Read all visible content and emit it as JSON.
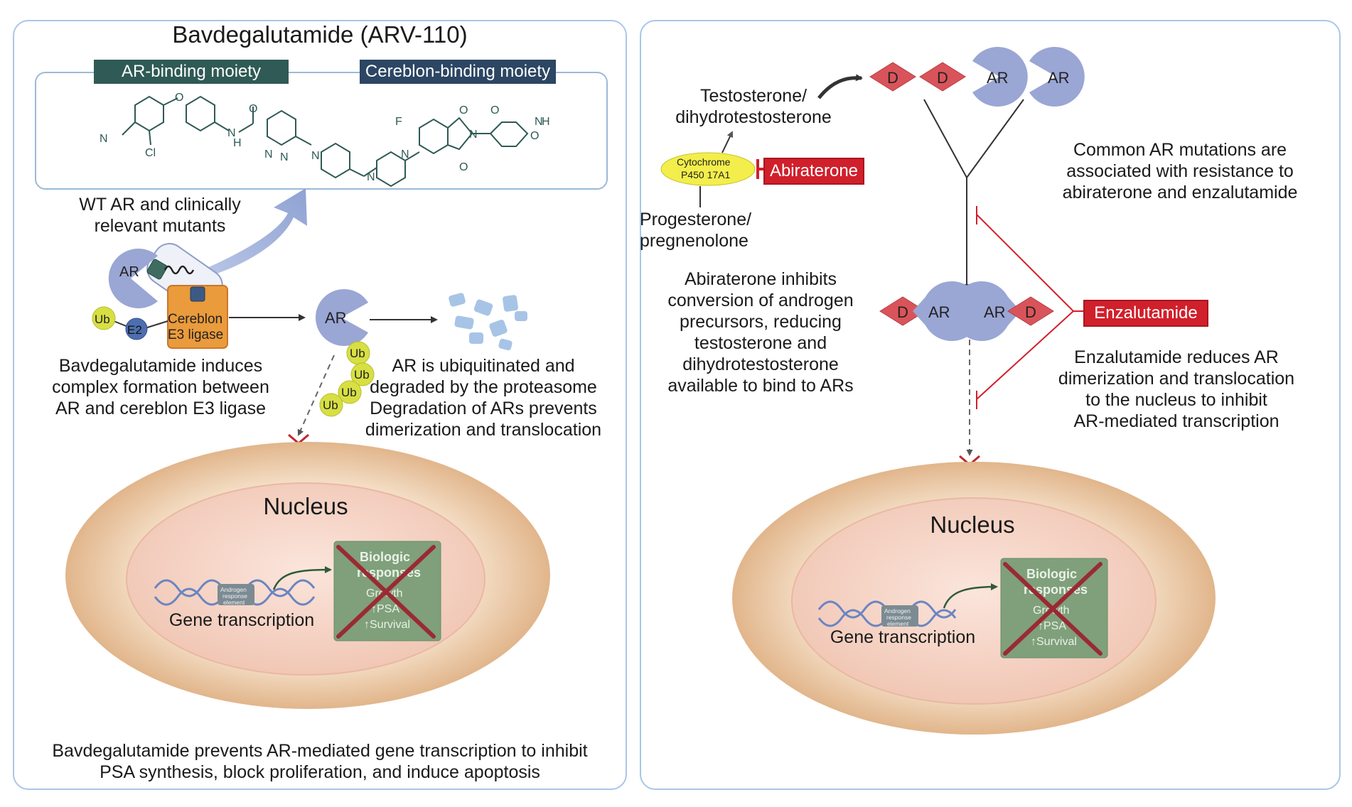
{
  "left": {
    "title": "Bavdegalutamide (ARV-110)",
    "ar_binding_tag": "AR-binding moiety",
    "cereblon_binding_tag": "Cereblon-binding moiety",
    "structure_atoms": [
      "N",
      "Cl",
      "O",
      "H",
      "N",
      "O",
      "N",
      "N",
      "N",
      "N",
      "N",
      "F",
      "O",
      "N",
      "O",
      "H",
      "N",
      "O",
      "O"
    ],
    "wt_ar_text": [
      "WT AR and clinically",
      "relevant mutants"
    ],
    "ar_label": "AR",
    "ub_label": "Ub",
    "e2_label": "E2",
    "cereblon_label": [
      "Cereblon",
      "E3 ligase"
    ],
    "induces_text": [
      "Bavdegalutamide induces",
      "complex formation between",
      "AR and cereblon E3 ligase"
    ],
    "ubiquitinated_text": [
      "AR is ubiquitinated and",
      "degraded by the proteasome"
    ],
    "prevents_text": [
      "Degradation of ARs prevents",
      "dimerization and translocation"
    ],
    "nucleus_label": "Nucleus",
    "gene_transcription": "Gene transcription",
    "androgen_element": [
      "Androgen",
      "response",
      "element"
    ],
    "bio_box": [
      "Biologic",
      "responses",
      "Growth",
      "↑PSA",
      "↑Survival"
    ],
    "bottom_text": [
      "Bavdegalutamide prevents AR-mediated gene transcription to inhibit",
      "PSA synthesis, block proliferation, and induce apoptosis"
    ]
  },
  "right": {
    "testosterone_label": [
      "Testosterone/",
      "dihydrotestosterone"
    ],
    "cyp_label": [
      "Cytochrome",
      "P450 17A1"
    ],
    "abiraterone_tag": "Abiraterone",
    "progesterone_label": [
      "Progesterone/",
      "pregnenolone"
    ],
    "abiraterone_text": [
      "Abiraterone inhibits",
      "conversion of androgen",
      "precursors, reducing",
      "testosterone and",
      "dihydrotestosterone",
      "available to bind to ARs"
    ],
    "d_label": "D",
    "ar_label": "AR",
    "mutations_text": [
      "Common AR mutations are",
      "associated with resistance to",
      "abiraterone and enzalutamide"
    ],
    "enzalutamide_tag": "Enzalutamide",
    "enzalutamide_text": [
      "Enzalutamide reduces AR",
      "dimerization and translocation",
      "to the nucleus to inhibit",
      "AR-mediated transcription"
    ],
    "nucleus_label": "Nucleus",
    "gene_transcription": "Gene transcription",
    "androgen_element": [
      "Androgen",
      "response",
      "element"
    ],
    "bio_box": [
      "Biologic",
      "responses",
      "Growth",
      "↑PSA",
      "↑Survival"
    ]
  },
  "colors": {
    "panel_border": "#a9c7e6",
    "ar_blue": "#9aa6d4",
    "ub_yellow": "#d7df43",
    "e2_blue": "#4d6fb0",
    "cereblon_orange": "#ea9b3c",
    "d_red": "#d9545a",
    "inhibit_red": "#d0202b",
    "bio_green": "#7fa07a",
    "nucleus_outer": "#e0b487",
    "nucleus_inner": "#f7d6cb",
    "structure_teal": "#2f5a55"
  }
}
